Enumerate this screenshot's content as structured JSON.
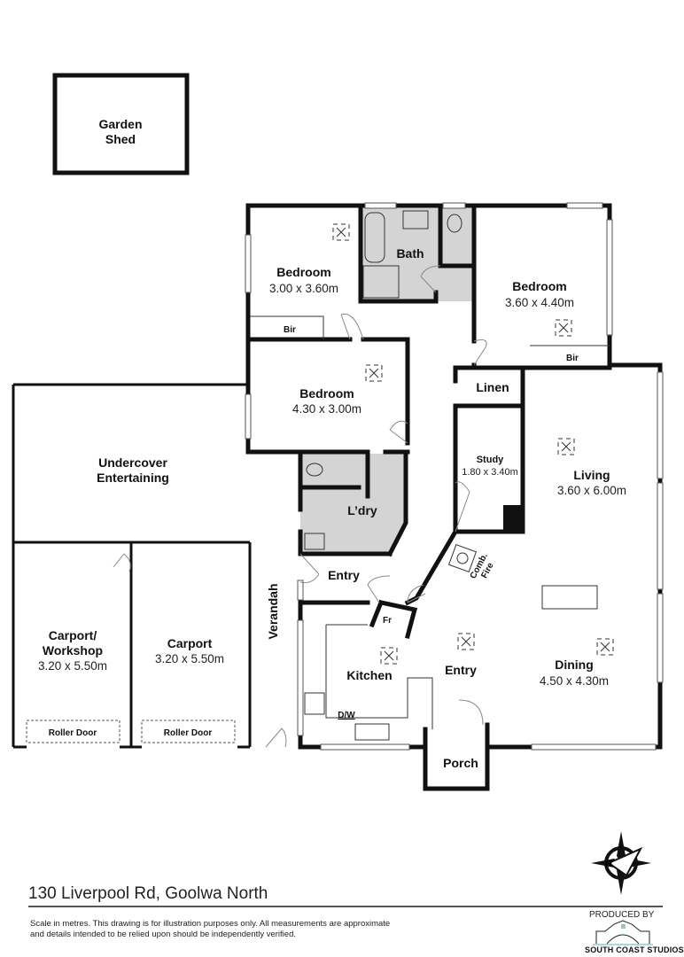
{
  "plan": {
    "rooms": {
      "garden_shed": [
        "Garden",
        "Shed"
      ],
      "bedroom1": {
        "name": "Bedroom",
        "dims": "3.00 x 3.60m"
      },
      "bath": "Bath",
      "bedroom2": {
        "name": "Bedroom",
        "dims": "3.60 x 4.40m"
      },
      "bedroom3": {
        "name": "Bedroom",
        "dims": "4.30 x 3.00m"
      },
      "bir1": "Bir",
      "bir2": "Bir",
      "linen": "Linen",
      "study": {
        "name": "Study",
        "dims": "1.80 x 3.40m"
      },
      "living": {
        "name": "Living",
        "dims": "3.60 x 6.00m"
      },
      "undercover": [
        "Undercover",
        "Entertaining"
      ],
      "laundry": "L’dry",
      "entry_side": "Entry",
      "fire": [
        "Comb.",
        "Fire"
      ],
      "fridge": "Fr",
      "kitchen": "Kitchen",
      "entry_main": "Entry",
      "dining": {
        "name": "Dining",
        "dims": "4.50 x 4.30m"
      },
      "dishwasher": "D/W",
      "porch": "Porch",
      "verandah": "Verandah",
      "carport_workshop": {
        "name": [
          "Carport/",
          "Workshop"
        ],
        "dims": "3.20 x 5.50m"
      },
      "carport": {
        "name": "Carport",
        "dims": "3.20 x 5.50m"
      },
      "roller_door1": "Roller Door",
      "roller_door2": "Roller Door"
    },
    "compass_letter": "N"
  },
  "footer": {
    "address": "130 Liverpool Rd, Goolwa North",
    "disclaimer": "Scale in metres. This drawing is for illustration purposes only. All measurements are approximate and details intended to be relied upon should be independently verified.",
    "produced_by": "PRODUCED BY",
    "brand": "SOUTH COAST STUDIOS"
  },
  "colors": {
    "wall": "#111111",
    "wet_area": "#d4d4d4",
    "accent": "#8fc9d9"
  }
}
